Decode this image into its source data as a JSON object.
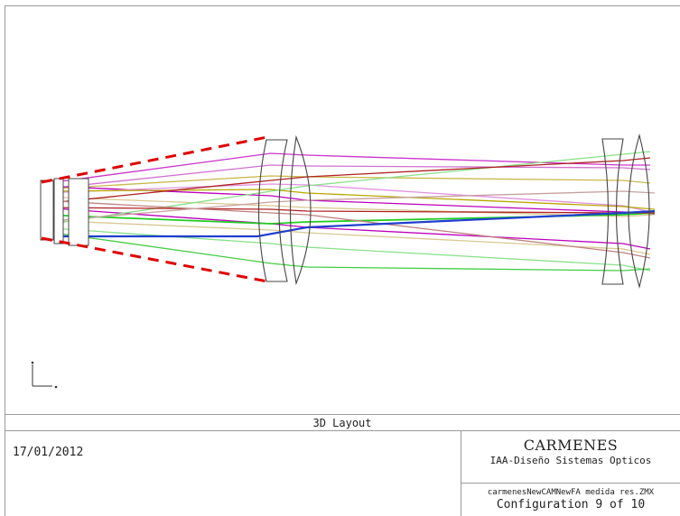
{
  "caption": "3D Layout",
  "date": "17/01/2012",
  "project": "CARMENES",
  "organization": "IAA-Diseño Sistemas Opticos",
  "file_name": "carmenesNewCAMNewFA medida res.ZMX",
  "configuration": "Configuration 9 of 10",
  "colors": {
    "dashed_outline": "#e00000",
    "lens": "#444444",
    "ray_violet": "#cc33cc",
    "ray_magenta": "#bb00bb",
    "ray_olive": "#b8a800",
    "ray_khaki": "#d8c890",
    "ray_green": "#22cc22",
    "ray_lightgreen": "#88e088",
    "ray_blue": "#1f3fd0",
    "ray_darkred": "#b02020",
    "ray_rose": "#c08080"
  }
}
